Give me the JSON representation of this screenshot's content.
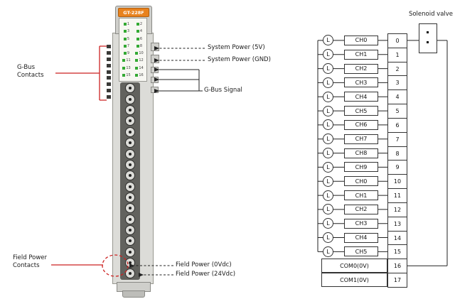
{
  "left_diagram": {
    "module_label": "GT-228F",
    "led_numbers": [
      "1",
      "2",
      "3",
      "4",
      "5",
      "6",
      "7",
      "8",
      "9",
      "10",
      "11",
      "12",
      "13",
      "14",
      "15",
      "16"
    ],
    "labels": {
      "gbus_contacts": [
        "G-Bus",
        "Contacts"
      ],
      "system_power_5v": "System Power (5V)",
      "system_power_gnd": "System Power (GND)",
      "gbus_signal": "G-Bus Signal",
      "field_power_contacts": [
        "Field Power",
        "Contacts"
      ],
      "field_power_0v": "Field Power (0Vdc)",
      "field_power_24v": "Field Power (24Vdc)"
    }
  },
  "right_diagram": {
    "solenoid_valve_label": "Solenoid valve",
    "load_symbol": "L",
    "rows": [
      {
        "channel": "CH0",
        "terminal": "0",
        "load": true
      },
      {
        "channel": "CH1",
        "terminal": "1",
        "load": true
      },
      {
        "channel": "CH2",
        "terminal": "2",
        "load": true
      },
      {
        "channel": "CH3",
        "terminal": "3",
        "load": true
      },
      {
        "channel": "CH4",
        "terminal": "4",
        "load": true
      },
      {
        "channel": "CH5",
        "terminal": "5",
        "load": true
      },
      {
        "channel": "CH6",
        "terminal": "6",
        "load": true
      },
      {
        "channel": "CH7",
        "terminal": "7",
        "load": true
      },
      {
        "channel": "CH8",
        "terminal": "8",
        "load": true
      },
      {
        "channel": "CH9",
        "terminal": "9",
        "load": true
      },
      {
        "channel": "CH0",
        "terminal": "10",
        "load": true
      },
      {
        "channel": "CH1",
        "terminal": "11",
        "load": true
      },
      {
        "channel": "CH2",
        "terminal": "12",
        "load": true
      },
      {
        "channel": "CH3",
        "terminal": "13",
        "load": true
      },
      {
        "channel": "CH4",
        "terminal": "14",
        "load": true
      },
      {
        "channel": "CH5",
        "terminal": "15",
        "load": true
      },
      {
        "channel": "COM0(0V)",
        "terminal": "16",
        "load": false
      },
      {
        "channel": "COM1(0V)",
        "terminal": "17",
        "load": false
      }
    ]
  },
  "colors": {
    "annotation_red": "#cc2222",
    "module_orange": "#e8821e",
    "led_green": "#33a933",
    "wire_black": "#222222"
  }
}
